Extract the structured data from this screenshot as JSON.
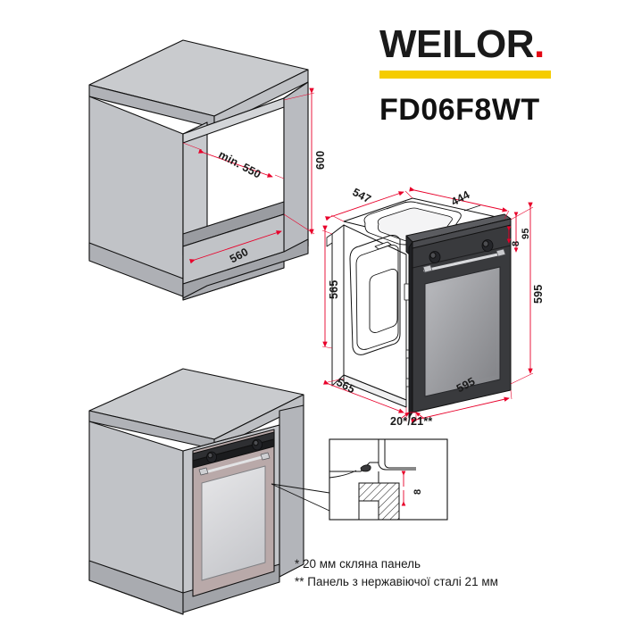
{
  "brand": {
    "name": "WEILOR",
    "dot": ".",
    "model": "FD06F8WT",
    "bar_color": "#f5cc00",
    "dot_color": "#e30613"
  },
  "cabinet_top": {
    "caption": "niche-dimensions",
    "dims": {
      "depth_min": "min. 550",
      "width": "560",
      "height": "600"
    }
  },
  "oven_main": {
    "caption": "oven-dimensions",
    "dims": {
      "depth_top": "547",
      "width_top": "444",
      "side_height": "565",
      "bottom_depth": "565",
      "front_width": "595",
      "front_height": "595",
      "panel_offset": "95",
      "panel_thickness": "8",
      "door_thickness": "20*/21**"
    }
  },
  "cabinet_bottom": {
    "caption": "installed-oven-view"
  },
  "detail_callout": {
    "caption": "door-edge-section",
    "dims": {
      "gap": "8"
    }
  },
  "notes": {
    "items": [
      "* 20 мм скляна панель",
      "** Панель з нержавіючої сталі 21 мм"
    ]
  },
  "colors": {
    "cabinet_light": "#c4c6ca",
    "cabinet_mid": "#b6b8bd",
    "cabinet_dark": "#a5a7ad",
    "door_dark": "#3a3a3c",
    "door_glass": "#8f9095",
    "door_frame_warm": "#b9a9a9",
    "dim_red": "#e8002a",
    "line": "#111111"
  }
}
